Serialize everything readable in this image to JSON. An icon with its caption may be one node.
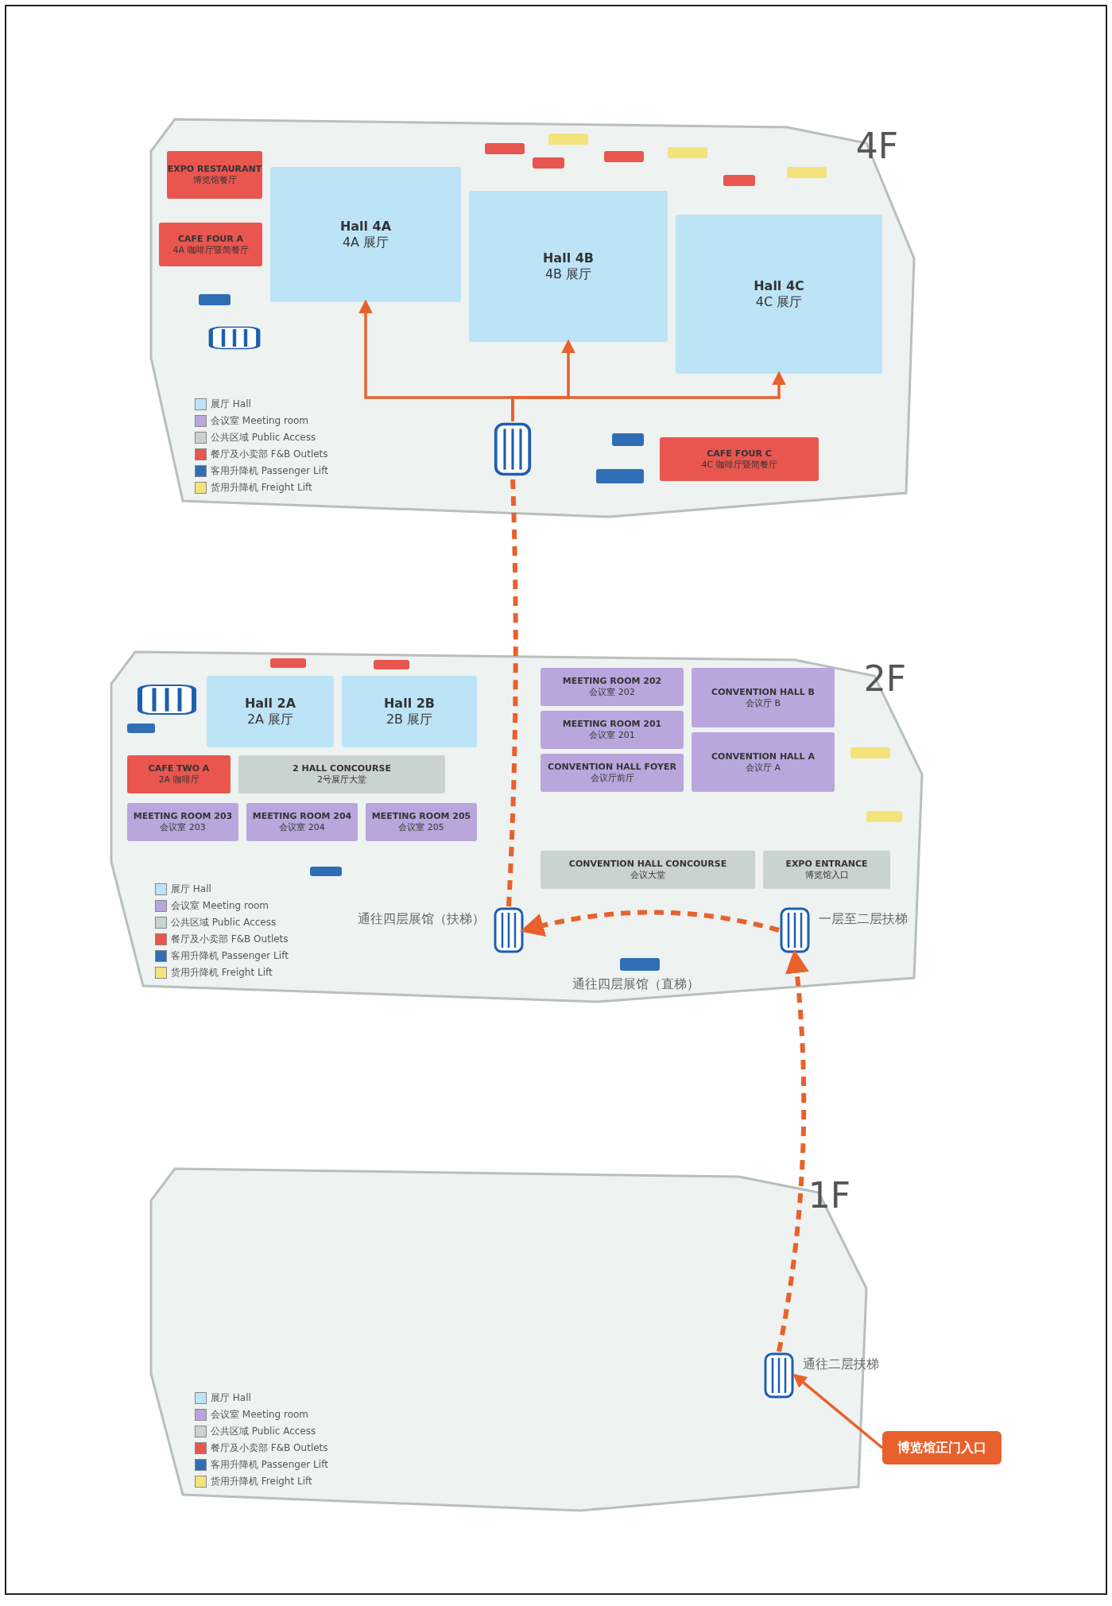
{
  "diagram": {
    "nodes": [
      {
        "text": [
          "4F"
        ]
      },
      {
        "text": [
          "Hall 4A",
          "4A 展厅"
        ],
        "in": 0
      },
      {
        "text": [
          "Hall 4B",
          "4B 展厅"
        ],
        "in": 0
      },
      {
        "text": [
          "Hall 4C",
          "4C 展厅"
        ],
        "in": 0
      },
      {
        "text": [
          "EXPO RESTAURANT",
          "博览馆餐厅"
        ],
        "in": 0
      },
      {
        "text": [
          "CAFE FOUR A",
          "4A 咖啡厅暨简餐厅"
        ],
        "in": 0
      },
      {
        "text": [
          "CAFE FOUR C",
          "4C 咖啡厅暨简餐厅"
        ],
        "in": 0
      },
      {
        "text": [],
        "shape": "escalator",
        "in": 0
      },
      {
        "text": [
          "2F"
        ]
      },
      {
        "text": [
          "Hall 2A",
          "2A 展厅"
        ],
        "in": 8
      },
      {
        "text": [
          "Hall 2B",
          "2B 展厅"
        ],
        "in": 8
      },
      {
        "text": [
          "CAFE TWO A",
          "2A 咖啡厅"
        ],
        "in": 8
      },
      {
        "text": [
          "2 HALL CONCOURSE",
          "2号展厅大堂"
        ],
        "in": 8
      },
      {
        "text": [
          "MEETING ROOM 202",
          "会议室 202"
        ],
        "in": 8
      },
      {
        "text": [
          "MEETING ROOM 201",
          "会议室 201"
        ],
        "in": 8
      },
      {
        "text": [
          "CONVENTION HALL FOYER",
          "会议厅前厅"
        ],
        "in": 8
      },
      {
        "text": [
          "CONVENTION HALL B",
          "会议厅 B"
        ],
        "in": 8
      },
      {
        "text": [
          "CONVENTION HALL A",
          "会议厅 A"
        ],
        "in": 8
      },
      {
        "text": [
          "MEETING ROOM 203",
          "会议室 203"
        ],
        "in": 8
      },
      {
        "text": [
          "MEETING ROOM 204",
          "会议室 204"
        ],
        "in": 8
      },
      {
        "text": [
          "MEETING ROOM 205",
          "会议室 205"
        ],
        "in": 8
      },
      {
        "text": [
          "CONVENTION HALL CONCOURSE",
          "会议大堂"
        ],
        "in": 8
      },
      {
        "text": [
          "EXPO ENTRANCE",
          "博览馆入口"
        ],
        "in": 8
      },
      {
        "text": [],
        "shape": "escalator",
        "in": 8,
        "beside": [
          "通往四层展馆（扶梯）"
        ]
      },
      {
        "text": [],
        "shape": "escalator",
        "in": 8,
        "beside": [
          "一层至二层扶梯"
        ]
      },
      {
        "text": [
          "1F"
        ]
      },
      {
        "text": [],
        "shape": "escalator",
        "in": 25,
        "beside": [
          "通往二层扶梯"
        ]
      },
      {
        "text": [
          "博览馆正门入口"
        ]
      }
    ],
    "edges": [
      {
        "from": 7,
        "to": 1,
        "arrow": "to"
      },
      {
        "from": 7,
        "to": 2,
        "arrow": "to"
      },
      {
        "from": 7,
        "to": 3,
        "arrow": "to"
      },
      {
        "from": 27,
        "to": 26,
        "arrow": "to"
      },
      {
        "from": 26,
        "to": 24,
        "arrow": "to",
        "style": "dashed"
      },
      {
        "from": 24,
        "to": 23,
        "arrow": "to",
        "style": "dashed"
      },
      {
        "from": 23,
        "to": 7,
        "arrow": "none",
        "style": "dashed"
      }
    ],
    "labels": [
      "通往四层展馆（直梯）"
    ],
    "legend": [
      {
        "text": "展厅 Hall",
        "color": "#bde3f7"
      },
      {
        "text": "会议室 Meeting room",
        "color": "#b9a6dc"
      },
      {
        "text": "公共区域 Public Access",
        "color": "#c9d3d0"
      },
      {
        "text": "餐厅及小卖部 F&B Outlets",
        "color": "#e8564f"
      },
      {
        "text": "客用升降机 Passenger Lift",
        "color": "#2f6eb5"
      },
      {
        "text": "货用升降机 Freight Lift",
        "color": "#f3e37a"
      },
      {
        "text": "展厅 Hall",
        "color": "#bde3f7"
      },
      {
        "text": "会议室 Meeting room",
        "color": "#b9a6dc"
      },
      {
        "text": "公共区域 Public Access",
        "color": "#c9d3d0"
      },
      {
        "text": "餐厅及小卖部 F&B Outlets",
        "color": "#e8564f"
      },
      {
        "text": "客用升降机 Passenger Lift",
        "color": "#2f6eb5"
      },
      {
        "text": "货用升降机 Freight Lift",
        "color": "#f3e37a"
      },
      {
        "text": "展厅 Hall",
        "color": "#bde3f7"
      },
      {
        "text": "会议室 Meeting room",
        "color": "#b9a6dc"
      },
      {
        "text": "公共区域 Public Access",
        "color": "#c9d3d0"
      },
      {
        "text": "餐厅及小卖部 F&B Outlets",
        "color": "#e8564f"
      },
      {
        "text": "客用升降机 Passenger Lift",
        "color": "#2f6eb5"
      },
      {
        "text": "货用升降机 Freight Lift",
        "color": "#f3e37a"
      }
    ]
  }
}
